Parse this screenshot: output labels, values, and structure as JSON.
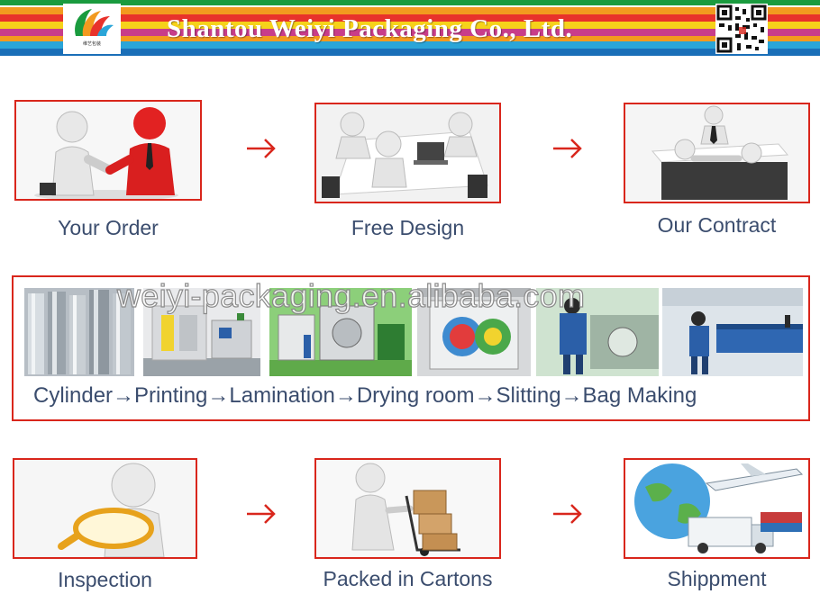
{
  "header": {
    "company_name": "Shantou Weiyi Packaging Co., Ltd.",
    "logo_caption": "维艺包装",
    "colors": [
      "#1a9b3e",
      "#f29a1f",
      "#e8322b",
      "#f6d21a",
      "#c83d8a",
      "#2aa5d8",
      "#1a6fb8"
    ]
  },
  "steps_top": [
    {
      "label": "Your Order",
      "illustration": "handshake-figures"
    },
    {
      "label": "Free Design",
      "illustration": "meeting-figures"
    },
    {
      "label": "Our Contract",
      "illustration": "contract-signing-figures"
    }
  ],
  "process": {
    "watermark": "weiyi-packaging.en.alibaba.com",
    "caption": "Cylinder→Printing→Lamination→Drying room→Slitting→Bag Making",
    "photos": [
      "cylinders-photo",
      "printing-machine-photo",
      "lamination-photo",
      "drying-room-photo",
      "slitting-photo",
      "bag-making-photo"
    ]
  },
  "steps_bottom": [
    {
      "label": "Inspection",
      "illustration": "magnifier-figure"
    },
    {
      "label": "Packed in Cartons",
      "illustration": "carton-cart-figure"
    },
    {
      "label": "Shippment",
      "illustration": "globe-plane-truck"
    }
  ],
  "accent_color": "#d9261c",
  "label_color": "#3b4d6e"
}
